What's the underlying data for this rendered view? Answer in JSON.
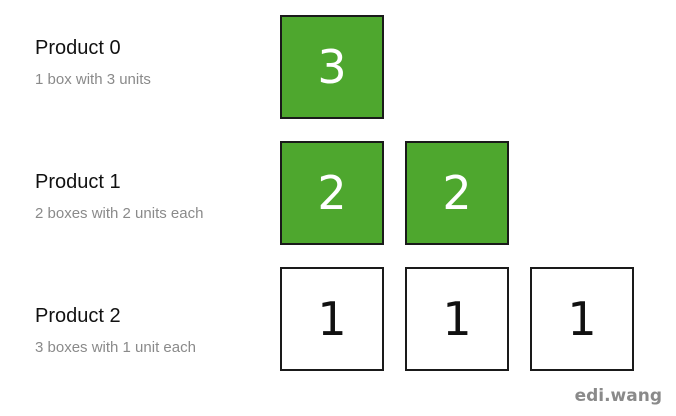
{
  "rows": [
    {
      "title": "Product 0",
      "subtitle": "1 box with 3 units",
      "boxes": [
        {
          "value": "3",
          "filled": true
        }
      ]
    },
    {
      "title": "Product 1",
      "subtitle": "2 boxes with 2 units each",
      "boxes": [
        {
          "value": "2",
          "filled": true
        },
        {
          "value": "2",
          "filled": true
        }
      ]
    },
    {
      "title": "Product 2",
      "subtitle": "3 boxes with 1 unit each",
      "boxes": [
        {
          "value": "1",
          "filled": false
        },
        {
          "value": "1",
          "filled": false
        },
        {
          "value": "1",
          "filled": false
        }
      ]
    }
  ],
  "colors": {
    "filled": "#4ea72e",
    "border": "#1a1a1a",
    "subtitle": "#8a8a8a"
  },
  "watermark": "edi.wang"
}
